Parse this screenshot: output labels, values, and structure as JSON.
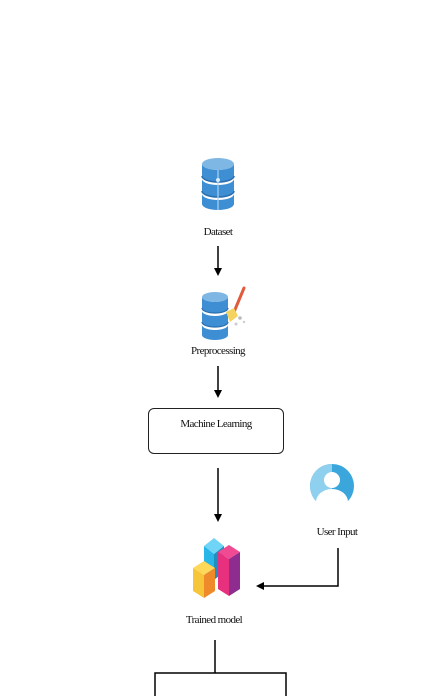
{
  "nodes": {
    "dataset": {
      "label": "Dataset",
      "icon": "database-icon"
    },
    "preprocessing": {
      "label": "Preprocessing",
      "icon": "database-cleaning-icon"
    },
    "machine_learning": {
      "label": "Machine Learning"
    },
    "user_input": {
      "label": "User Input",
      "icon": "user-avatar-icon"
    },
    "trained_model": {
      "label": "Trained model",
      "icon": "3d-blocks-icon"
    }
  },
  "colors": {
    "db_blue": "#3d8ed3",
    "db_dark": "#2a6fae",
    "arrow": "#000000",
    "user_light": "#8fd0ee",
    "user_dark": "#3aa6dc",
    "block_blue": "#28b5e8",
    "block_pink": "#e8317e",
    "block_purple": "#8e2c8f",
    "block_yellow": "#f6c53a",
    "block_orange": "#ef8a2b"
  }
}
